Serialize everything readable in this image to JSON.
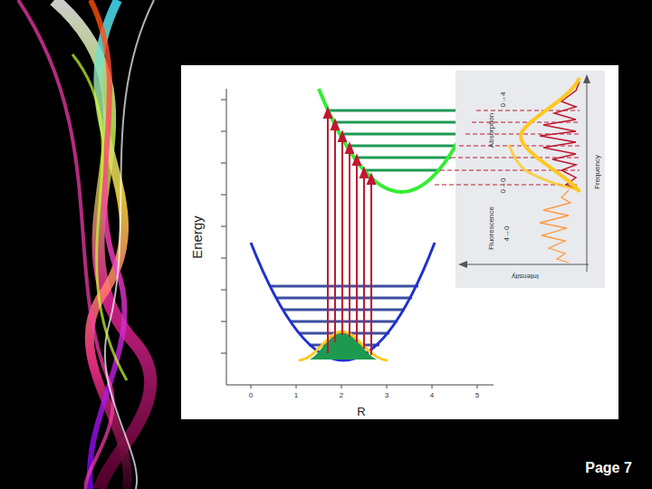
{
  "diagram": {
    "labels": [
      "Energy",
      "R",
      "0",
      "1",
      "2",
      "3",
      "4",
      "5",
      "Absorption",
      "0→4",
      "0→0",
      "Fluorescence",
      "4→0",
      "Frequency",
      "Intensity",
      "Page 7"
    ]
  }
}
